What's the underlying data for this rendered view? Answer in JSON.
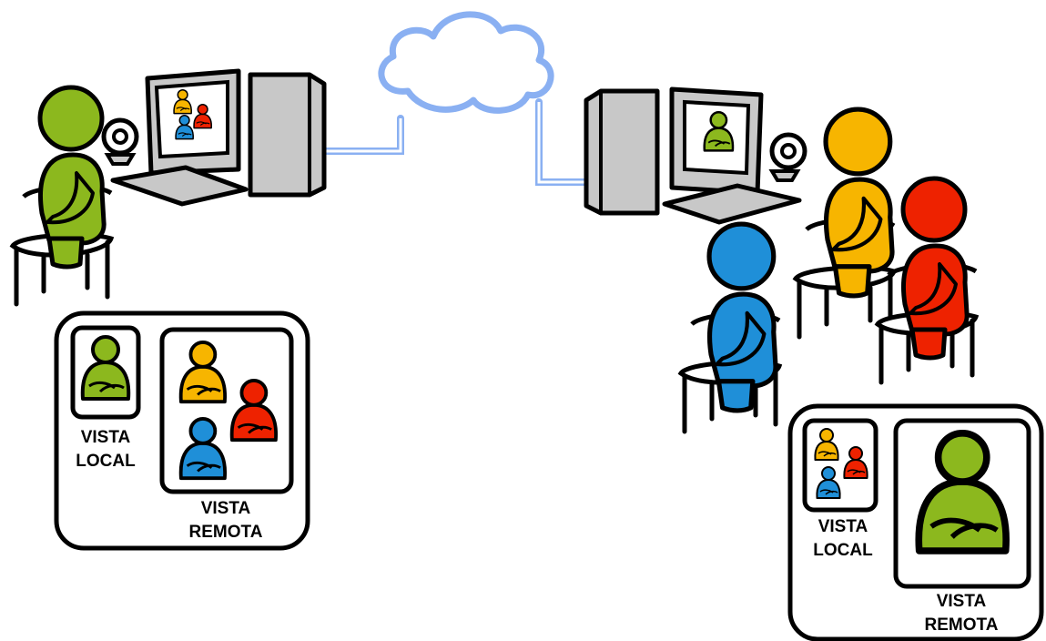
{
  "colors": {
    "green": "#8cb81e",
    "yellow": "#f7b500",
    "red": "#ee2200",
    "blue": "#1f8fd8",
    "network_line": "#8ab0f2",
    "computer_gray": "#c8c8c8",
    "screen": "#ffffff",
    "outline": "#000000"
  },
  "left_site": {
    "panel": {
      "local_label": [
        "VISTA",
        "LOCAL"
      ],
      "remote_label": [
        "VISTA",
        "REMOTA"
      ],
      "local_people": [
        "green"
      ],
      "remote_people": [
        "yellow",
        "red",
        "blue"
      ]
    },
    "monitor_people": [
      "yellow",
      "red",
      "blue"
    ],
    "person": "green"
  },
  "right_site": {
    "panel": {
      "local_label": [
        "VISTA",
        "LOCAL"
      ],
      "remote_label": [
        "VISTA",
        "REMOTA"
      ],
      "local_people": [
        "yellow",
        "red",
        "blue"
      ],
      "remote_people": [
        "green"
      ]
    },
    "monitor_people": [
      "green"
    ],
    "people": [
      "blue",
      "yellow",
      "red"
    ]
  },
  "network": {
    "icon": "cloud-icon"
  }
}
